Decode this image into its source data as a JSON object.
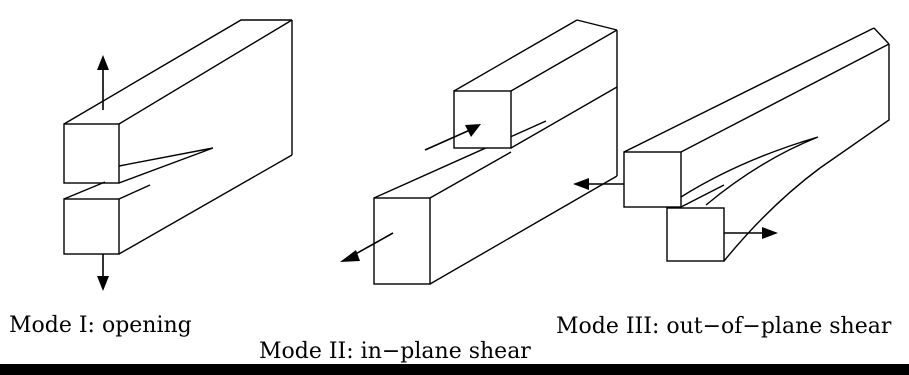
{
  "captions": {
    "mode1": "Mode I: opening",
    "mode2": "Mode II: in−plane shear",
    "mode3": "Mode III: out−of−plane shear"
  },
  "colors": {
    "line": "#000000",
    "background": "#ffffff"
  }
}
